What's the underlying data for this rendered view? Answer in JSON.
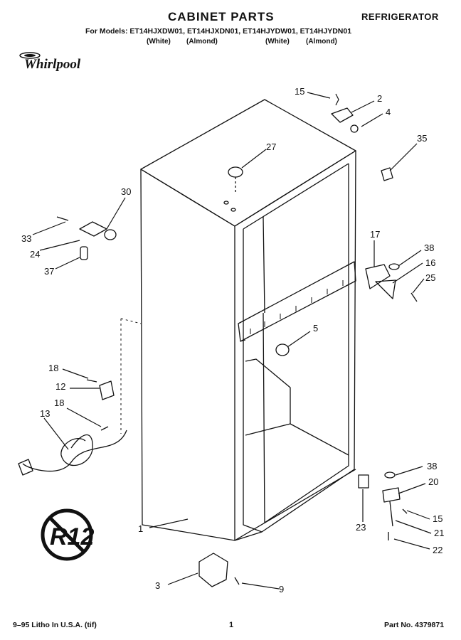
{
  "header": {
    "title": "CABINET PARTS",
    "appliance": "REFRIGERATOR",
    "models": "For Models: ET14HJXDW01, ET14HJXDN01, ET14HJYDW01, ET14HJYDN01",
    "colors": [
      "(White)",
      "(Almond)",
      "(White)",
      "(Almond)"
    ]
  },
  "brand": {
    "name": "Whirlpool"
  },
  "callouts": [
    "15",
    "2",
    "4",
    "35",
    "27",
    "30",
    "33",
    "24",
    "37",
    "17",
    "38",
    "16",
    "25",
    "5",
    "18",
    "12",
    "13",
    "18",
    "38",
    "20",
    "1",
    "23",
    "15",
    "21",
    "22",
    "3",
    "9"
  ],
  "stamp": {
    "text": "R12"
  },
  "footer": {
    "litho": "9–95 Litho In U.S.A. (tif)",
    "page": "1",
    "part_no": "Part No. 4379871"
  }
}
